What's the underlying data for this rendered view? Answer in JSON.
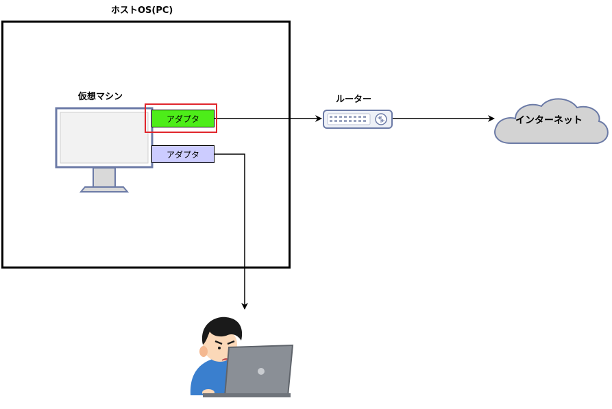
{
  "diagram": {
    "host_label": "ホストOS(PC)",
    "vm_label": "仮想マシン",
    "adapter_1_label": "アダプタ",
    "adapter_2_label": "アダプタ",
    "router_label": "ルーター",
    "internet_label": "インターネット"
  },
  "colors": {
    "adapter_1_fill": "#4ded19",
    "adapter_2_fill": "#ccccff",
    "highlight_border": "#e0252b",
    "monitor_stroke": "#6b7aa6",
    "cloud_fill": "#d3d3d3"
  },
  "icons": {
    "vm": "monitor-icon",
    "router": "router-icon",
    "internet": "cloud-icon",
    "user": "person-with-laptop-icon"
  }
}
